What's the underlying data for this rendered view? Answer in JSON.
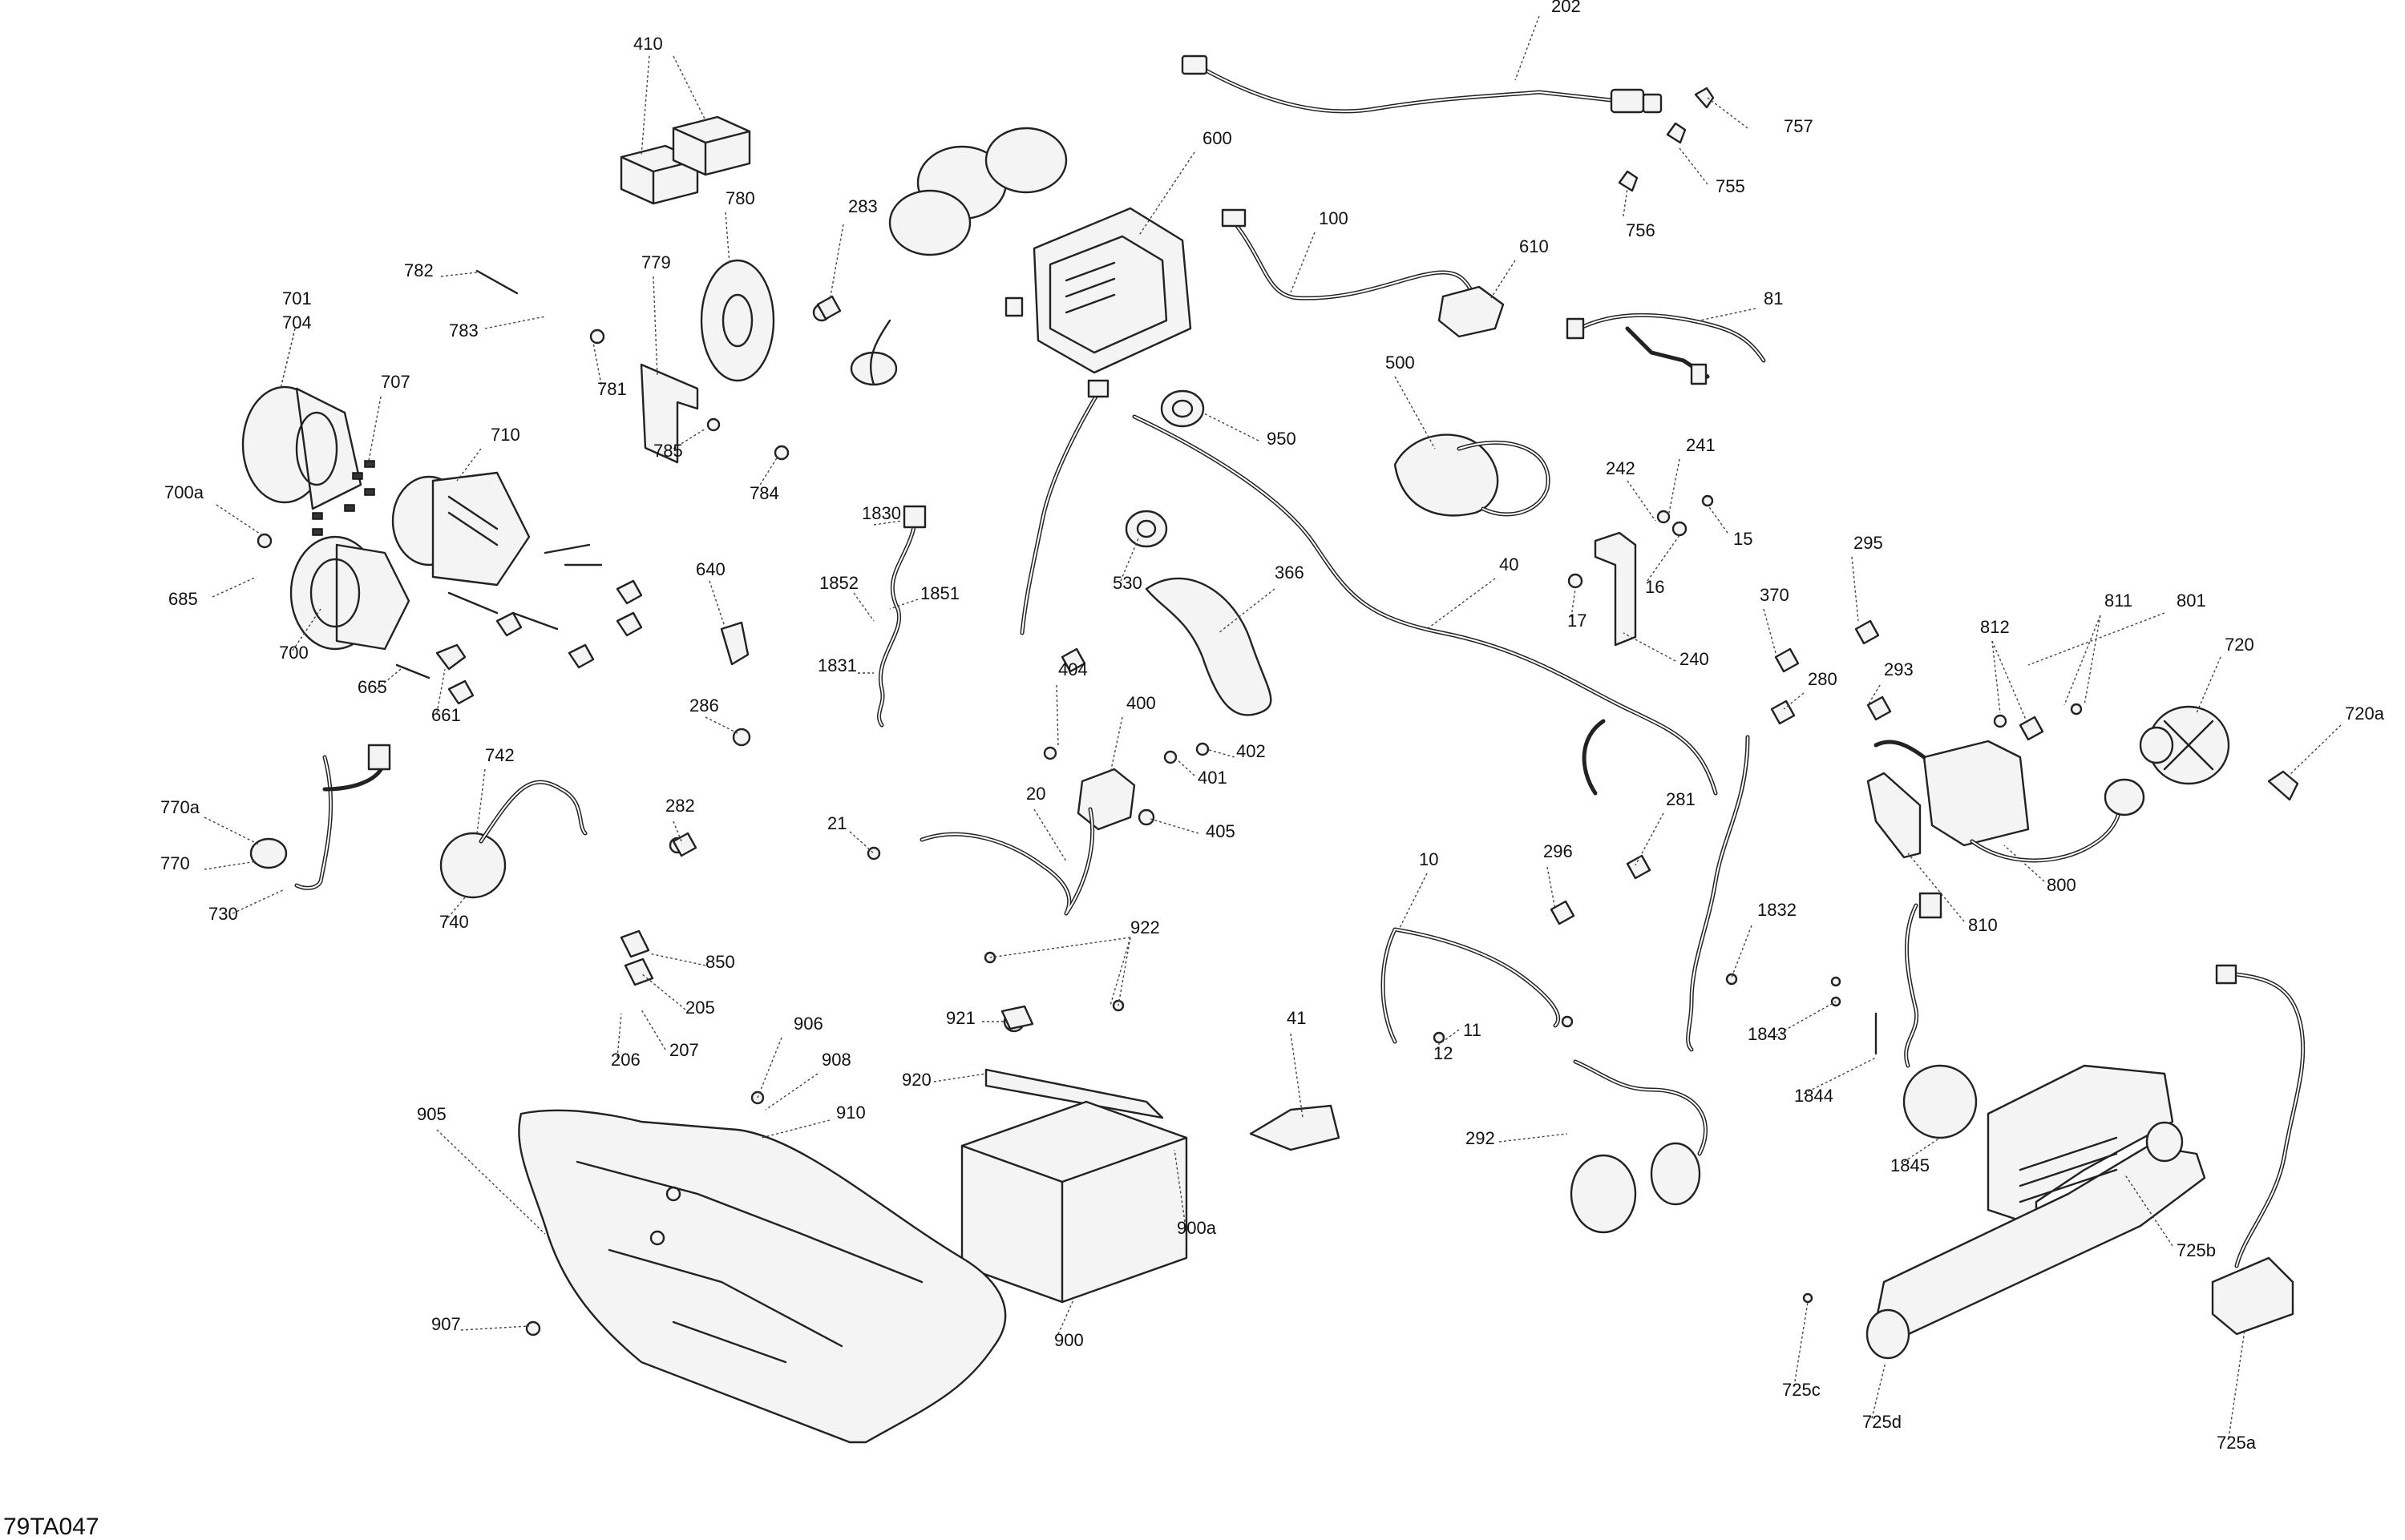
{
  "diagram_ref": "79TA047",
  "callouts": [
    {
      "id": "202",
      "label": "202"
    },
    {
      "id": "757",
      "label": "757"
    },
    {
      "id": "755",
      "label": "755"
    },
    {
      "id": "756",
      "label": "756"
    },
    {
      "id": "410",
      "label": "410"
    },
    {
      "id": "600",
      "label": "600"
    },
    {
      "id": "780",
      "label": "780"
    },
    {
      "id": "283",
      "label": "283"
    },
    {
      "id": "100",
      "label": "100"
    },
    {
      "id": "610",
      "label": "610"
    },
    {
      "id": "81",
      "label": "81"
    },
    {
      "id": "782",
      "label": "782"
    },
    {
      "id": "779",
      "label": "779"
    },
    {
      "id": "783",
      "label": "783"
    },
    {
      "id": "781",
      "label": "781"
    },
    {
      "id": "701",
      "label": "701"
    },
    {
      "id": "704",
      "label": "704"
    },
    {
      "id": "707",
      "label": "707"
    },
    {
      "id": "785",
      "label": "785"
    },
    {
      "id": "784",
      "label": "784"
    },
    {
      "id": "710",
      "label": "710"
    },
    {
      "id": "500",
      "label": "500"
    },
    {
      "id": "950",
      "label": "950"
    },
    {
      "id": "241",
      "label": "241"
    },
    {
      "id": "242",
      "label": "242"
    },
    {
      "id": "15",
      "label": "15"
    },
    {
      "id": "700a",
      "label": "700a"
    },
    {
      "id": "1830",
      "label": "1830"
    },
    {
      "id": "16",
      "label": "16"
    },
    {
      "id": "685",
      "label": "685"
    },
    {
      "id": "530",
      "label": "530"
    },
    {
      "id": "366",
      "label": "366"
    },
    {
      "id": "1852",
      "label": "1852"
    },
    {
      "id": "1851",
      "label": "1851"
    },
    {
      "id": "640",
      "label": "640"
    },
    {
      "id": "40",
      "label": "40"
    },
    {
      "id": "295",
      "label": "295"
    },
    {
      "id": "17",
      "label": "17"
    },
    {
      "id": "370",
      "label": "370"
    },
    {
      "id": "801",
      "label": "801"
    },
    {
      "id": "811",
      "label": "811"
    },
    {
      "id": "812",
      "label": "812"
    },
    {
      "id": "720",
      "label": "720"
    },
    {
      "id": "700",
      "label": "700"
    },
    {
      "id": "240",
      "label": "240"
    },
    {
      "id": "1831",
      "label": "1831"
    },
    {
      "id": "665",
      "label": "665"
    },
    {
      "id": "661",
      "label": "661"
    },
    {
      "id": "404",
      "label": "404"
    },
    {
      "id": "280",
      "label": "280"
    },
    {
      "id": "293",
      "label": "293"
    },
    {
      "id": "286",
      "label": "286"
    },
    {
      "id": "400",
      "label": "400"
    },
    {
      "id": "402",
      "label": "402"
    },
    {
      "id": "720a",
      "label": "720a"
    },
    {
      "id": "401",
      "label": "401"
    },
    {
      "id": "742",
      "label": "742"
    },
    {
      "id": "770a",
      "label": "770a"
    },
    {
      "id": "20",
      "label": "20"
    },
    {
      "id": "282",
      "label": "282"
    },
    {
      "id": "281",
      "label": "281"
    },
    {
      "id": "21",
      "label": "21"
    },
    {
      "id": "405",
      "label": "405"
    },
    {
      "id": "770",
      "label": "770"
    },
    {
      "id": "296",
      "label": "296"
    },
    {
      "id": "800",
      "label": "800"
    },
    {
      "id": "10",
      "label": "10"
    },
    {
      "id": "810",
      "label": "810"
    },
    {
      "id": "730",
      "label": "730"
    },
    {
      "id": "740",
      "label": "740"
    },
    {
      "id": "1832",
      "label": "1832"
    },
    {
      "id": "922",
      "label": "922"
    },
    {
      "id": "850",
      "label": "850"
    },
    {
      "id": "205",
      "label": "205"
    },
    {
      "id": "921",
      "label": "921"
    },
    {
      "id": "11",
      "label": "11"
    },
    {
      "id": "1843",
      "label": "1843"
    },
    {
      "id": "906",
      "label": "906"
    },
    {
      "id": "41",
      "label": "41"
    },
    {
      "id": "207",
      "label": "207"
    },
    {
      "id": "206",
      "label": "206"
    },
    {
      "id": "908",
      "label": "908"
    },
    {
      "id": "12",
      "label": "12"
    },
    {
      "id": "920",
      "label": "920"
    },
    {
      "id": "1844",
      "label": "1844"
    },
    {
      "id": "905",
      "label": "905"
    },
    {
      "id": "910",
      "label": "910"
    },
    {
      "id": "292",
      "label": "292"
    },
    {
      "id": "1845",
      "label": "1845"
    },
    {
      "id": "900a",
      "label": "900a"
    },
    {
      "id": "725b",
      "label": "725b"
    },
    {
      "id": "907",
      "label": "907"
    },
    {
      "id": "900",
      "label": "900"
    },
    {
      "id": "725c",
      "label": "725c"
    },
    {
      "id": "725d",
      "label": "725d"
    },
    {
      "id": "725a",
      "label": "725a"
    }
  ]
}
